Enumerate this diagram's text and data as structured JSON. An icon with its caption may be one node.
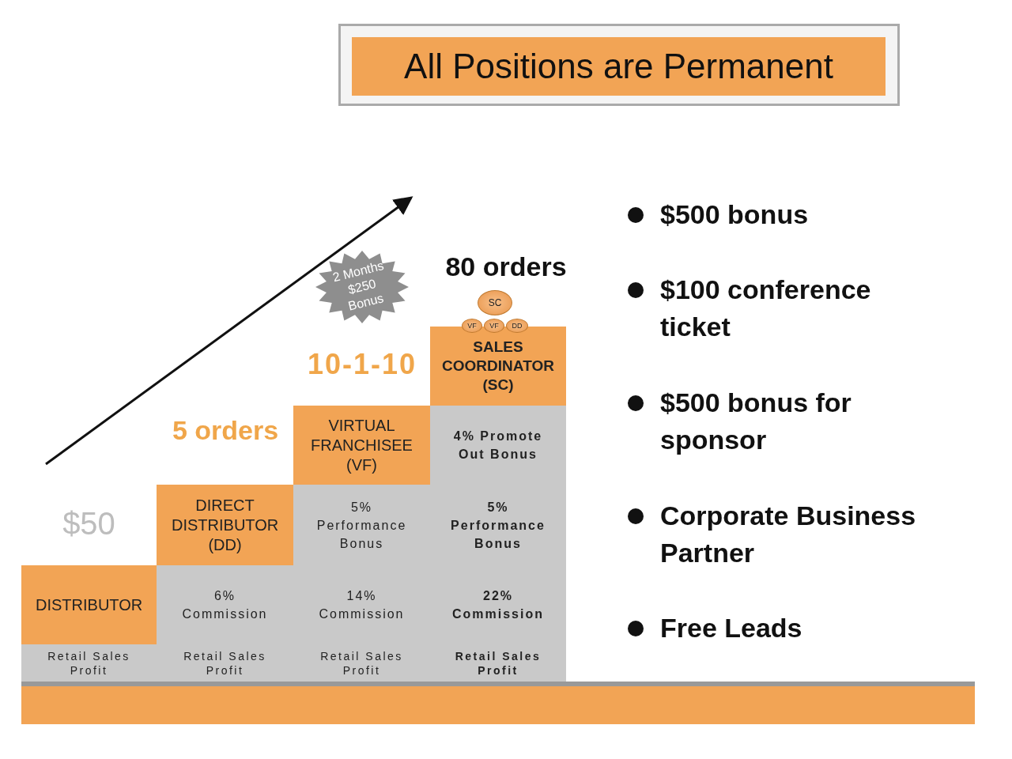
{
  "diagram": {
    "title": "All Positions are Permanent",
    "nodes": [
      {
        "text": [
          "DISTRIBUTOR"
        ]
      },
      {
        "text": [
          "Retail Sales Profit"
        ]
      },
      {
        "text": [
          "DIRECT DISTRIBUTOR (DD)"
        ]
      },
      {
        "text": [
          "6% Commission"
        ]
      },
      {
        "text": [
          "Retail Sales Profit"
        ]
      },
      {
        "text": [
          "VIRTUAL FRANCHISEE (VF)"
        ]
      },
      {
        "text": [
          "5% Performance Bonus"
        ]
      },
      {
        "text": [
          "14% Commission"
        ]
      },
      {
        "text": [
          "Retail Sales Profit"
        ]
      },
      {
        "text": [
          "SALES COORDINATOR (SC)"
        ]
      },
      {
        "text": [
          "4% Promote Out Bonus"
        ]
      },
      {
        "text": [
          "5% Performance Bonus"
        ]
      },
      {
        "text": [
          "22% Commission"
        ]
      },
      {
        "text": [
          "Retail Sales Profit"
        ]
      },
      {
        "text": [
          "2 Months $250 Bonus"
        ]
      },
      {
        "text": [
          "SC"
        ]
      },
      {
        "text": [
          "VF"
        ]
      },
      {
        "text": [
          "VF"
        ]
      },
      {
        "text": [
          "DD"
        ]
      },
      {
        "text": [],
        "shape": "bar"
      }
    ],
    "labels": [
      "$50",
      "5 orders",
      "10-1-10",
      "80 orders",
      "$500 bonus",
      "$100 conference ticket",
      "$500 bonus for sponsor",
      "Corporate Business Partner",
      "Free Leads"
    ]
  }
}
